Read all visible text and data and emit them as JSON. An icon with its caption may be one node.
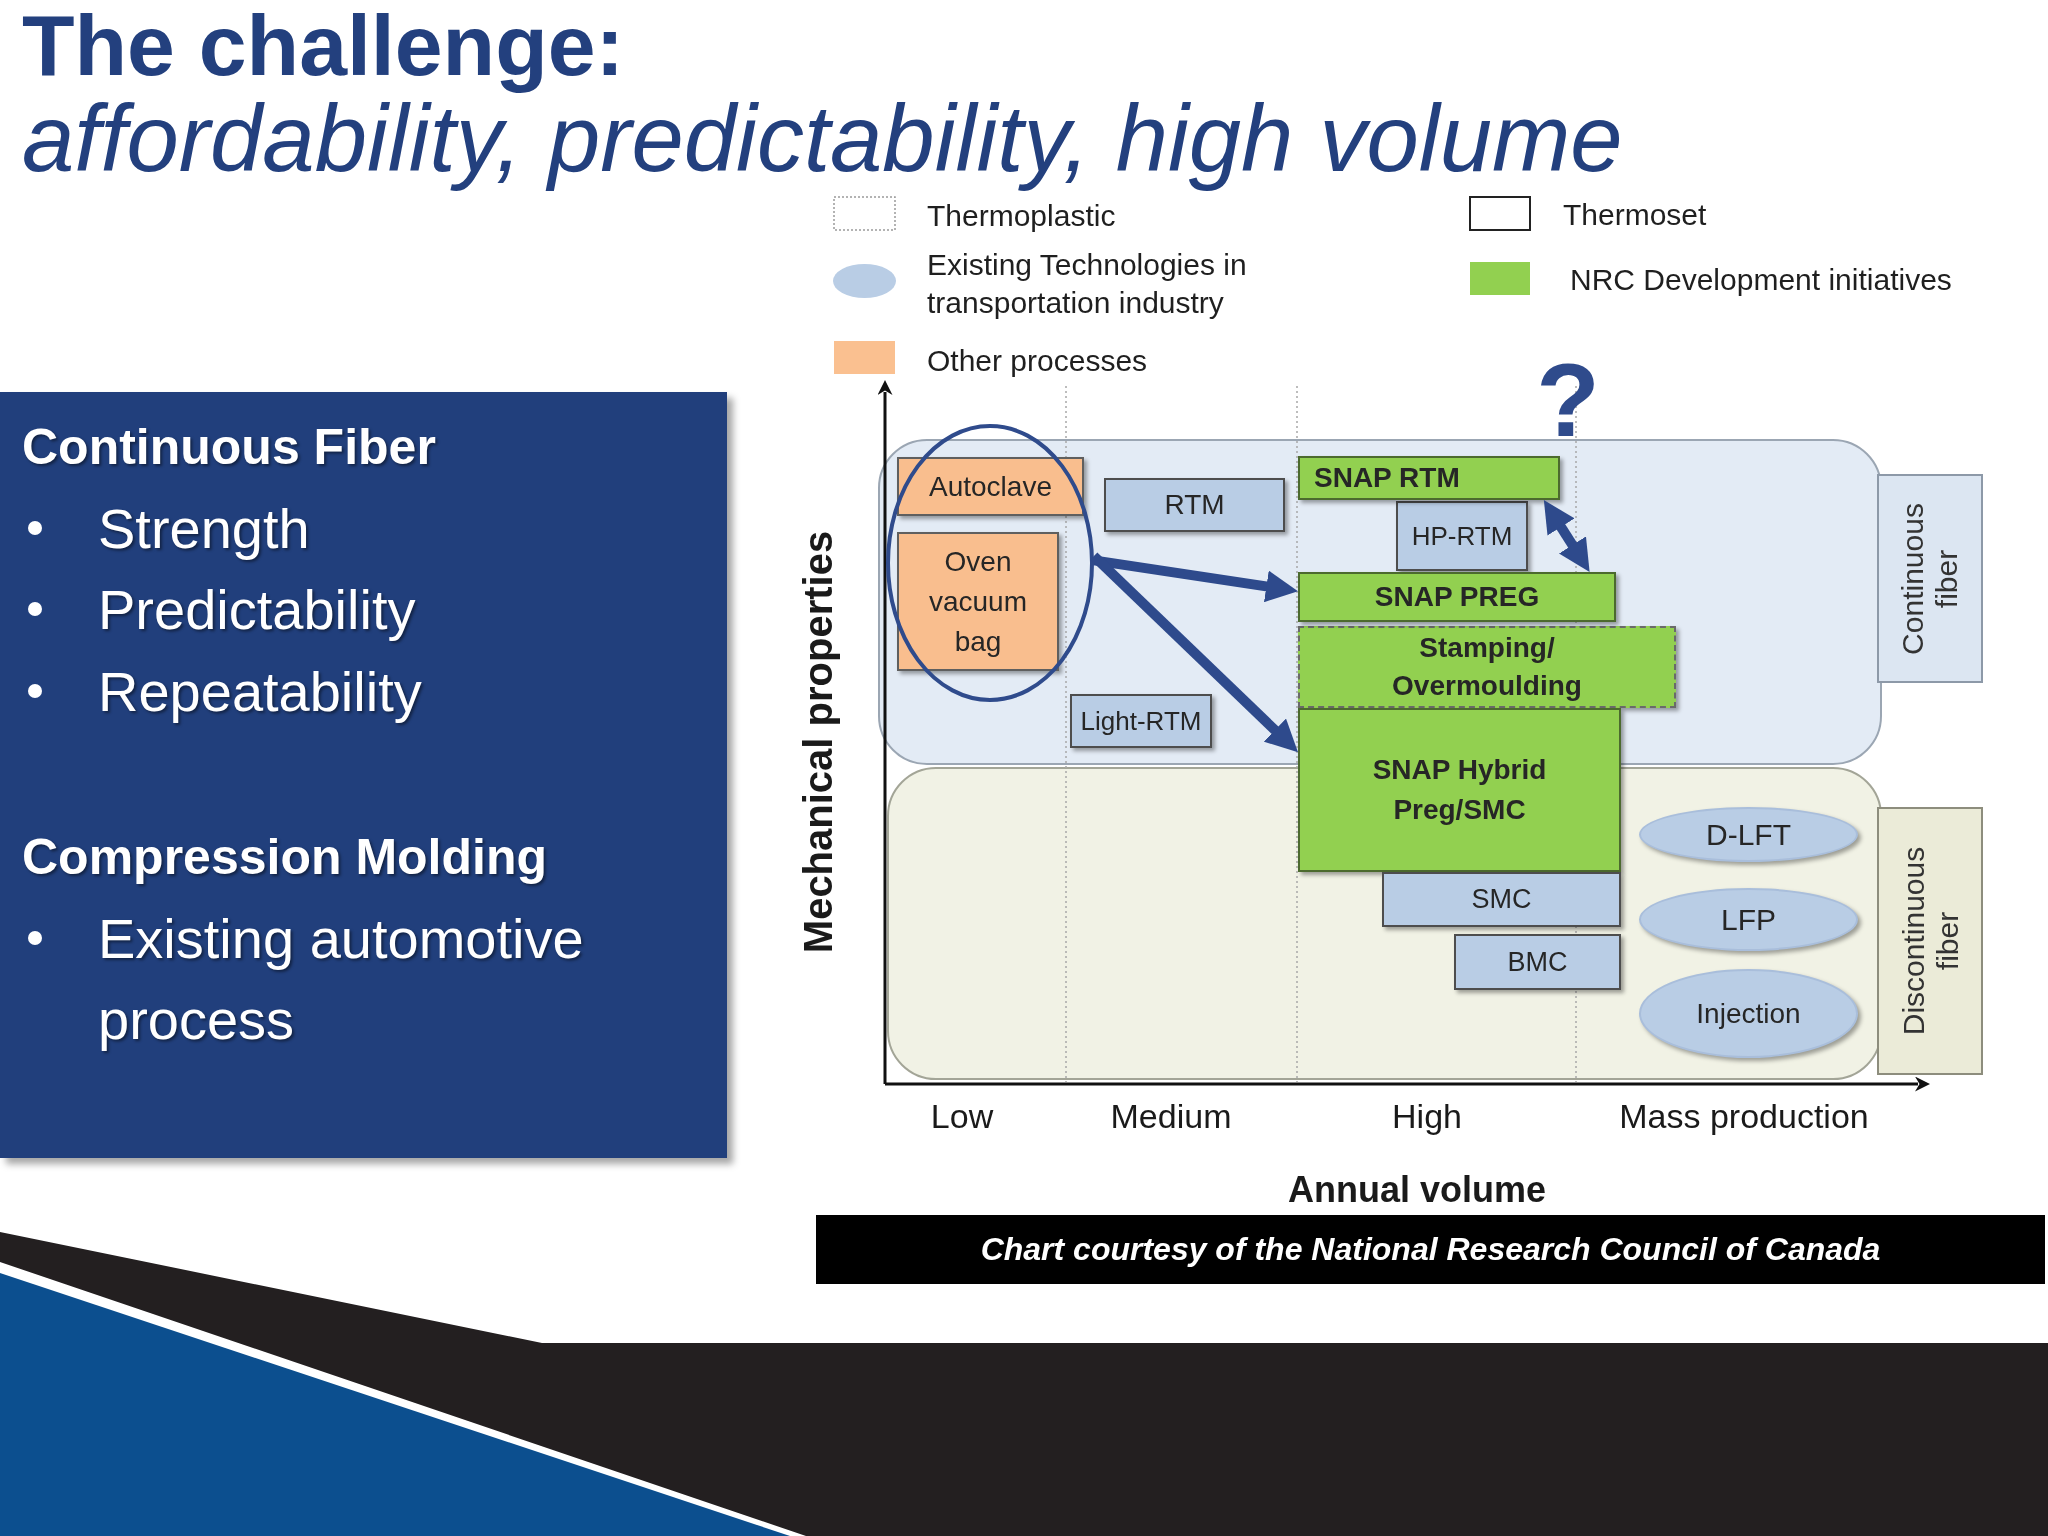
{
  "diagram": {
    "title": "**The challenge:** *affordability, predictability, high volume*",
    "caption": "Chart courtesy of the National Research Council of Canada",
    "nodes": [
      {
        "text": [
          "Continuous Fiber",
          "Strength",
          "Predictability",
          "Repeatability",
          "Compression Molding",
          "Existing automotive process"
        ]
      },
      {
        "text": [],
        "shape": "ellipse"
      },
      {
        "text": [
          "Autoclave"
        ],
        "in": 1
      },
      {
        "text": [
          "RTM"
        ]
      },
      {
        "text": [
          "SNAP RTM"
        ]
      },
      {
        "text": [
          "HP-RTM"
        ]
      },
      {
        "text": [
          "Continuous fiber"
        ]
      },
      {
        "text": [
          "Oven vacuum bag"
        ],
        "in": 1
      },
      {
        "text": [
          "SNAP PREG"
        ]
      },
      {
        "text": [
          "Light-RTM"
        ]
      },
      {
        "text": [
          "Stamping/ Overmoulding"
        ]
      },
      {
        "text": [
          "SNAP Hybrid Preg/SMC"
        ]
      },
      {
        "text": [
          "D-LFT"
        ]
      },
      {
        "text": [
          "Discontinuous fiber"
        ]
      },
      {
        "text": [
          "SMC"
        ]
      },
      {
        "text": [
          "LFP"
        ]
      },
      {
        "text": [
          "BMC"
        ]
      },
      {
        "text": [
          "Injection"
        ]
      }
    ],
    "edges": [
      {
        "from": 1,
        "to": 8,
        "arrow": "to"
      },
      {
        "from": 1,
        "to": 11,
        "arrow": "to"
      },
      {
        "from": 4,
        "to": 8,
        "arrow": "both"
      }
    ],
    "labels": [
      "?",
      "Mechanical properties",
      "Low",
      "Medium",
      "High",
      "Mass production",
      "Annual volume"
    ],
    "legend": [
      {
        "text": "Thermoplastic"
      },
      {
        "text": "Thermoset"
      },
      {
        "text": "Existing Technologies in transportation industry",
        "color": "#b9cde5"
      },
      {
        "text": "NRC Development initiatives",
        "color": "#92d050"
      },
      {
        "text": "Other processes",
        "color": "#fac090"
      }
    ]
  }
}
